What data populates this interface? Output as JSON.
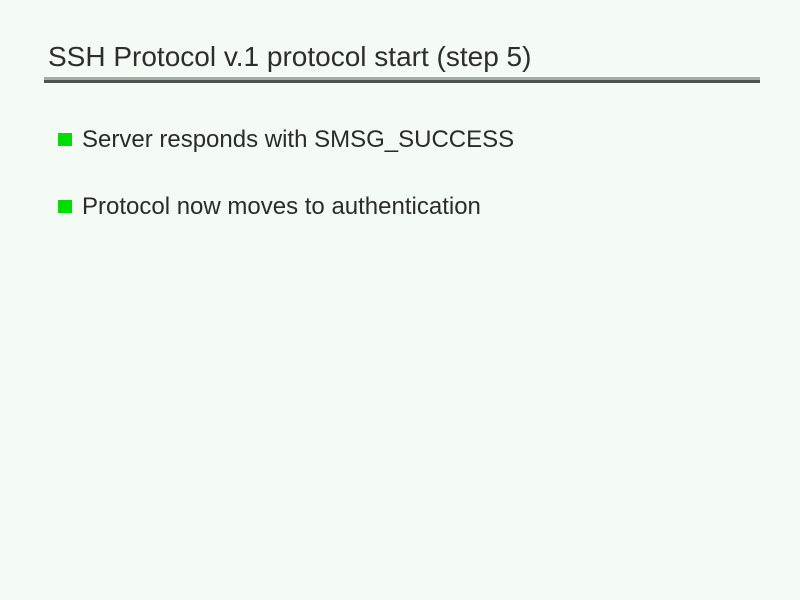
{
  "slide": {
    "title": "SSH Protocol v.1 protocol start (step 5)",
    "bullets": [
      {
        "label": "Server responds with SMSG_SUCCESS"
      },
      {
        "label": "Protocol now moves to authentication"
      }
    ],
    "colors": {
      "background": "#f4faf4",
      "title_text": "#2d2d2d",
      "body_text": "#2b2b2b",
      "bullet_square": "#00dd00",
      "rule_top": "#a4aca4",
      "rule_bottom": "#4e554e"
    }
  }
}
